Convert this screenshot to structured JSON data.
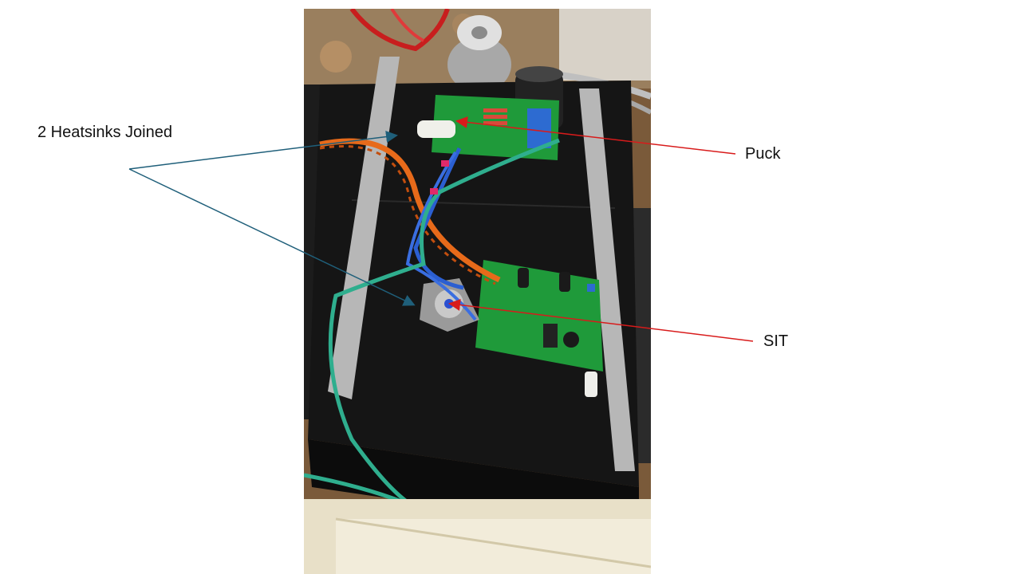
{
  "annotations": {
    "heatsinks_label": "2 Heatsinks Joined",
    "puck_label": "Puck",
    "sit_label": "SIT"
  },
  "colors": {
    "heatsink_arrow": "#1f5f7a",
    "callout_arrow": "#d81b1b",
    "heatsink_plate": "#1a1a1a",
    "pcb_green": "#1f9a3a",
    "countertop": "#8a6a45"
  }
}
